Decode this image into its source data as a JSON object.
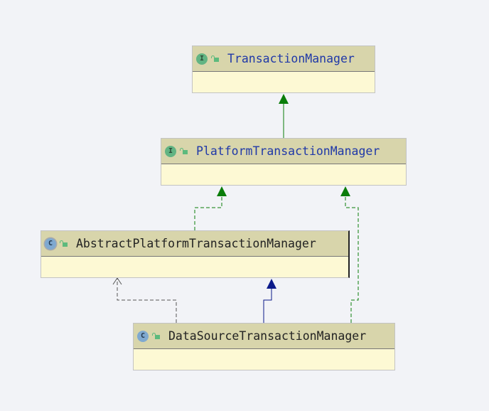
{
  "nodes": [
    {
      "name": "TransactionManager",
      "kind": "interface",
      "badge": "I"
    },
    {
      "name": "PlatformTransactionManager",
      "kind": "interface",
      "badge": "I"
    },
    {
      "name": "AbstractPlatformTransactionManager",
      "kind": "abstract-class",
      "badge": "C"
    },
    {
      "name": "DataSourceTransactionManager",
      "kind": "class",
      "badge": "C"
    }
  ],
  "colors": {
    "extends_interface": "#0a7d0a",
    "extends_class": "#0c1a8a",
    "implements": "#555555"
  }
}
